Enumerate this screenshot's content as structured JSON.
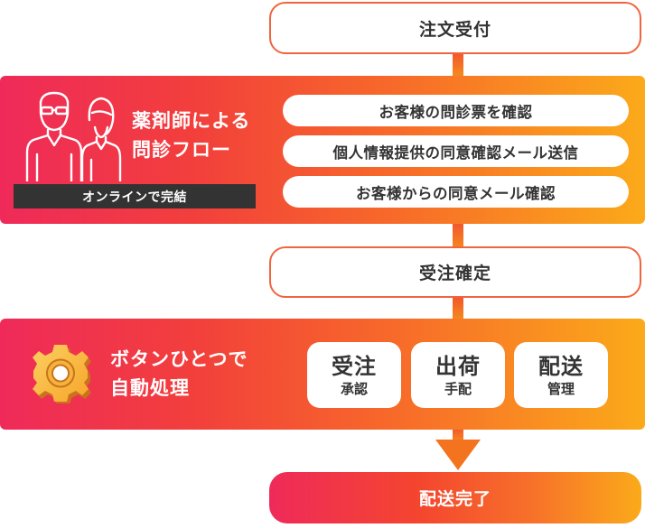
{
  "steps": {
    "order_received": "注文受付",
    "order_confirmed": "受注確定",
    "delivery_complete": "配送完了"
  },
  "pharmacist_flow": {
    "title_line1": "薬剤師による",
    "title_line2": "問診フロー",
    "tag": "オンラインで完結",
    "items": [
      "お客様の問診票を確認",
      "個人情報提供の同意確認メール送信",
      "お客様からの同意メール確認"
    ]
  },
  "automation": {
    "title_line1": "ボタンひとつで",
    "title_line2": "自動処理",
    "cards": [
      {
        "big": "受注",
        "small": "承認"
      },
      {
        "big": "出荷",
        "small": "手配"
      },
      {
        "big": "配送",
        "small": "管理"
      }
    ]
  },
  "colors": {
    "gradient_start": "#ef2a5a",
    "gradient_end": "#fbaa1a",
    "step_border": "#f16440",
    "tag_background": "#333333"
  },
  "icons": [
    "pharmacist-people-icon",
    "gear-icon"
  ]
}
